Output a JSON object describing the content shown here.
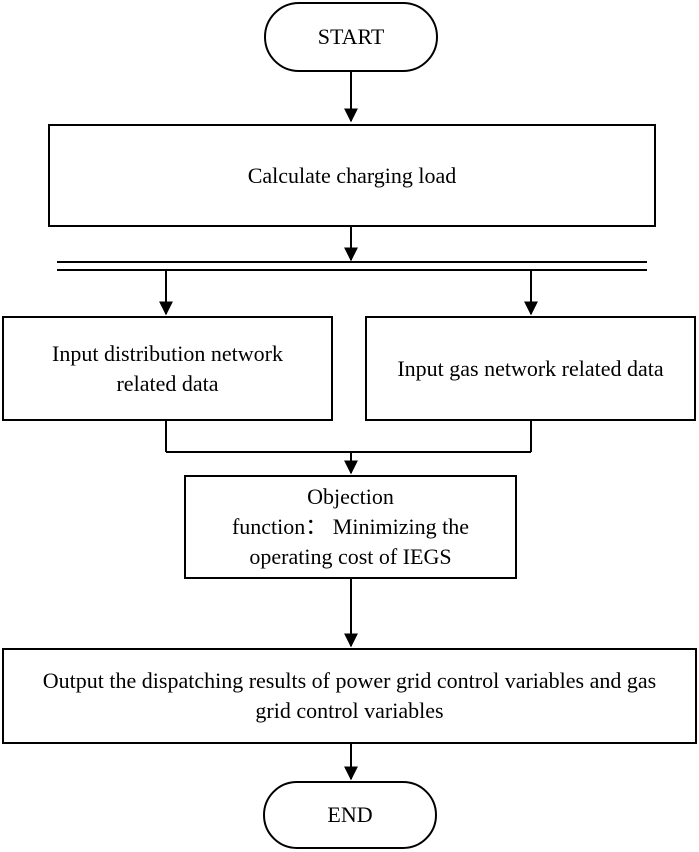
{
  "flowchart": {
    "start_label": "START",
    "step1_label": "Calculate charging load",
    "branch_left_line1": "Input distribution network",
    "branch_left_line2": "related data",
    "branch_right_label": "Input gas network related data",
    "objective_line1": "Objection",
    "objective_line2": "function： Minimizing the",
    "objective_line3": "operating cost of IEGS",
    "output_line1": "Output the dispatching results of power grid control variables and gas",
    "output_line2": "grid control variables",
    "end_label": "END"
  }
}
